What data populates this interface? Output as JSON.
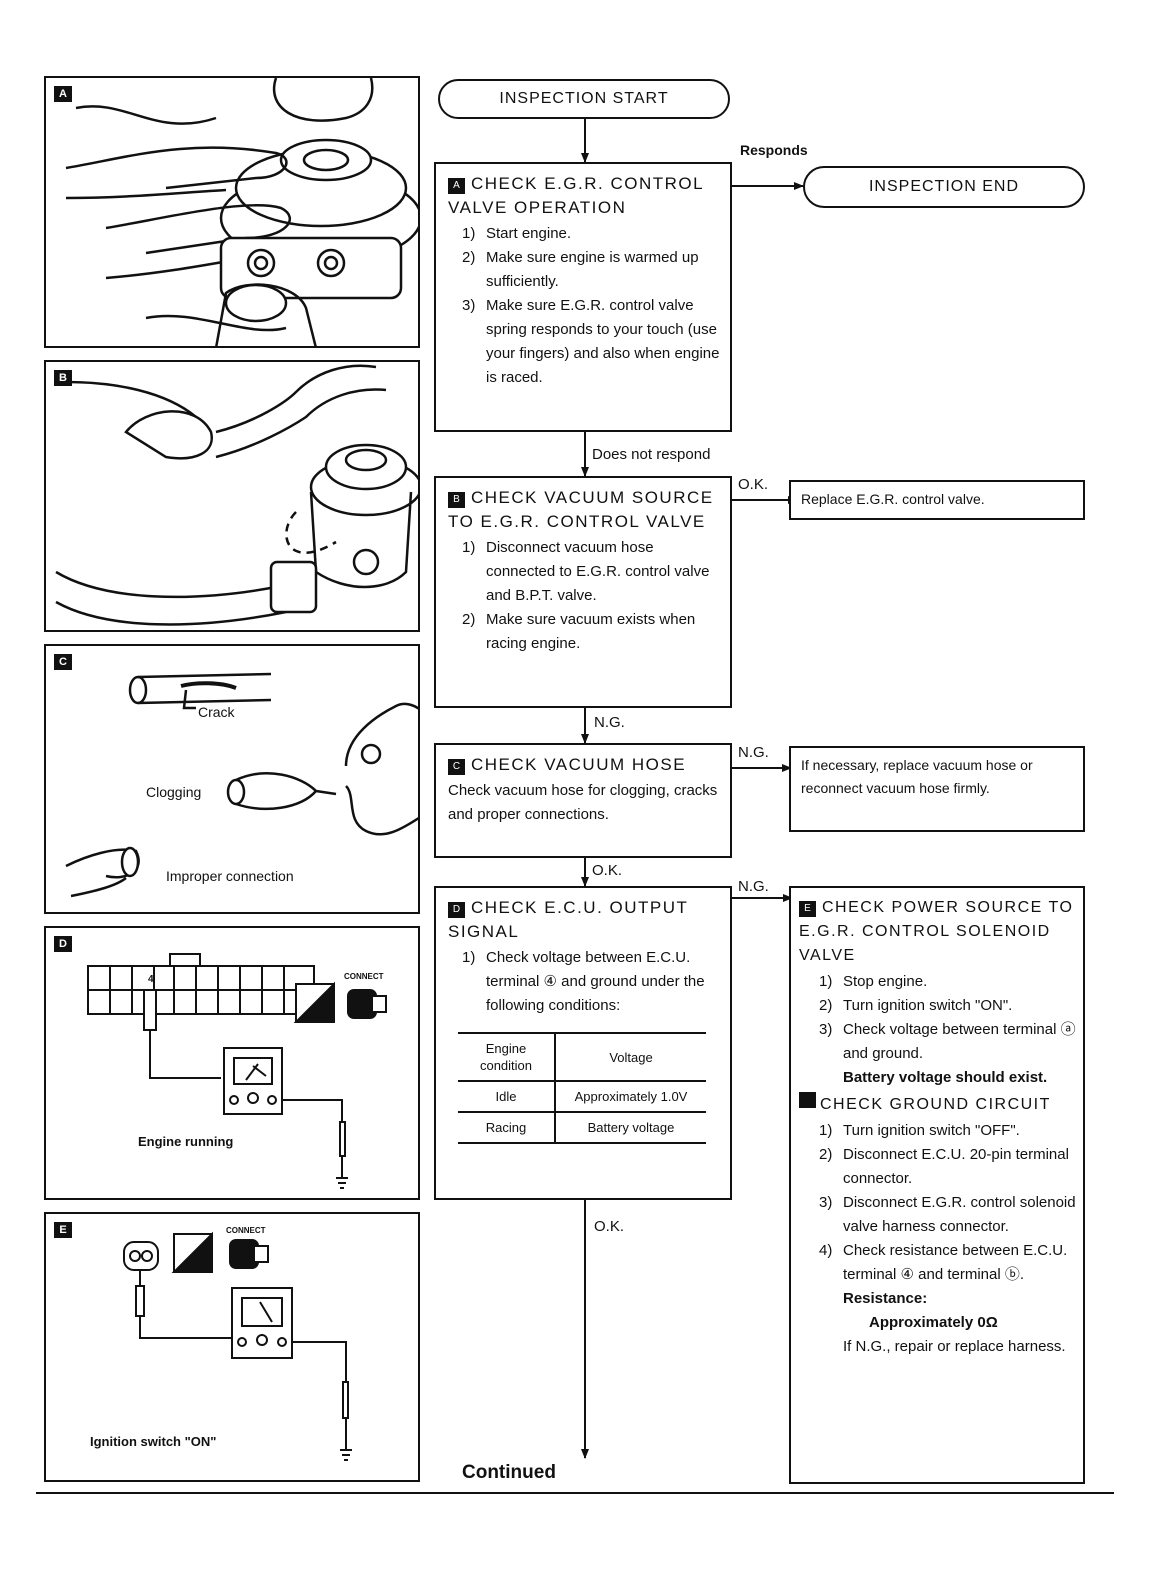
{
  "panels": [
    {
      "label": "A",
      "captions": []
    },
    {
      "label": "B",
      "captions": []
    },
    {
      "label": "C",
      "captions": [
        "Crack",
        "Clogging",
        "Improper connection"
      ]
    },
    {
      "label": "D",
      "captions": [
        "4",
        "Engine running",
        "CONNECT"
      ]
    },
    {
      "label": "E",
      "captions": [
        "Ignition switch \"ON\"",
        "CONNECT"
      ]
    }
  ],
  "flow": {
    "start": "INSPECTION START",
    "end": "INSPECTION END",
    "labels": {
      "responds": "Responds",
      "does_not_respond": "Does not respond",
      "ok1": "O.K.",
      "ng1": "N.G.",
      "ng2": "N.G.",
      "ok2": "O.K.",
      "ng3": "N.G.",
      "ok3": "O.K.",
      "continued": "Continued"
    },
    "step_a": {
      "badge": "A",
      "title": "CHECK E.G.R. CONTROL VALVE OPERATION",
      "items": [
        "Start engine.",
        "Make sure engine is warmed up sufficiently.",
        "Make sure E.G.R. control valve spring responds to your touch (use your fingers) and also when engine is raced."
      ]
    },
    "step_b": {
      "badge": "B",
      "title": "CHECK VACUUM SOURCE TO E.G.R. CONTROL VALVE",
      "items": [
        "Disconnect vacuum hose connected to E.G.R. control valve and B.P.T. valve.",
        "Make sure vacuum exists when racing engine."
      ]
    },
    "step_c": {
      "badge": "C",
      "title": "CHECK VACUUM HOSE",
      "desc": "Check vacuum hose for clogging, cracks and proper connections."
    },
    "step_d": {
      "badge": "D",
      "title": "CHECK E.C.U. OUTPUT SIGNAL",
      "items": [
        "Check voltage between E.C.U. terminal ④ and ground under the following conditions:"
      ],
      "table": {
        "headers": [
          "Engine condition",
          "Voltage"
        ],
        "rows": [
          [
            "Idle",
            "Approximately 1.0V"
          ],
          [
            "Racing",
            "Battery voltage"
          ]
        ]
      }
    },
    "replace_egr": "Replace E.G.R. control valve.",
    "replace_hose": "If necessary, replace vacuum hose or reconnect vacuum hose firmly.",
    "step_e": {
      "badge": "E",
      "title": "CHECK POWER SOURCE TO E.G.R. CONTROL SOLENOID VALVE",
      "items": [
        "Stop engine.",
        "Turn ignition switch \"ON\".",
        "Check voltage between terminal ⓐ and ground."
      ],
      "note": "Battery voltage should exist."
    },
    "step_f": {
      "title": "CHECK GROUND CIRCUIT",
      "items": [
        "Turn ignition switch \"OFF\".",
        "Disconnect E.C.U. 20-pin terminal connector.",
        "Disconnect E.G.R. control solenoid valve harness connector.",
        "Check resistance between E.C.U. terminal ④ and terminal ⓑ."
      ],
      "resistance_label": "Resistance:",
      "resistance_value": "Approximately 0Ω",
      "tail": "If N.G., repair or replace harness."
    }
  }
}
